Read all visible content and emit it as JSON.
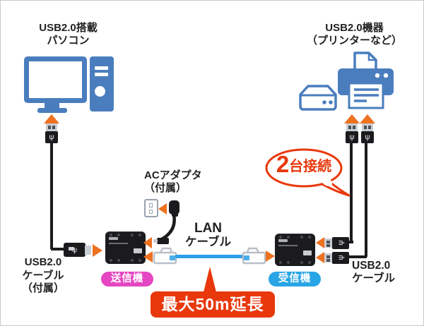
{
  "colors": {
    "blue": "#4a7dbe",
    "orange": "#ee7120",
    "red": "#e8380c",
    "magenta": "#e546c1",
    "sky": "#29a5e5",
    "lan": "#2d9fe8",
    "ink": "#1b1b1e",
    "text": "#222222",
    "metal": "#c9cdd4"
  },
  "pc": {
    "label1": "USB2.0搭載",
    "label2": "パソコン"
  },
  "peripherals": {
    "label1": "USB2.0機器",
    "label2": "（プリンターなど）"
  },
  "ac_adapter": {
    "label1": "ACアダプタ",
    "label2": "（付属）"
  },
  "usb_cable_left": {
    "label1": "USB2.0",
    "label2": "ケーブル",
    "label3": "（付属）"
  },
  "lan": {
    "label1": "LAN",
    "label2": "ケーブル"
  },
  "transmitter": {
    "badge": "送信機"
  },
  "receiver": {
    "badge": "受信機"
  },
  "usb_cable_right": {
    "label1": "USB2.0",
    "label2": "ケーブル"
  },
  "callout": {
    "number": "2",
    "text": "台接続"
  },
  "banner": {
    "text": "最大50m延長"
  }
}
